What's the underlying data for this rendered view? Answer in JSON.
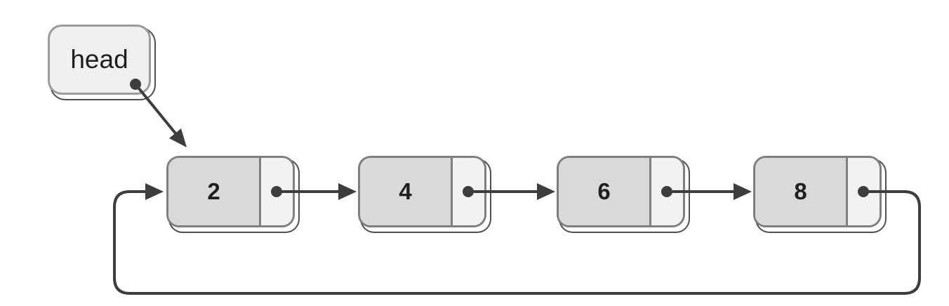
{
  "diagram": {
    "head_label": "head",
    "nodes": [
      {
        "value": "2"
      },
      {
        "value": "4"
      },
      {
        "value": "6"
      },
      {
        "value": "8"
      }
    ],
    "icons": [
      "pointer-dot-icon",
      "arrow-right-icon",
      "arrow-down-right-icon",
      "loop-back-arrow-icon"
    ],
    "colors": {
      "node_value_fill": "#d9d9d9",
      "node_pointer_fill": "#f2f2f2",
      "head_fill": "#f0f0f0",
      "node_border": "#7f7f7f",
      "connector_line": "#3d3d3d",
      "text": "#1f1f1f"
    }
  }
}
